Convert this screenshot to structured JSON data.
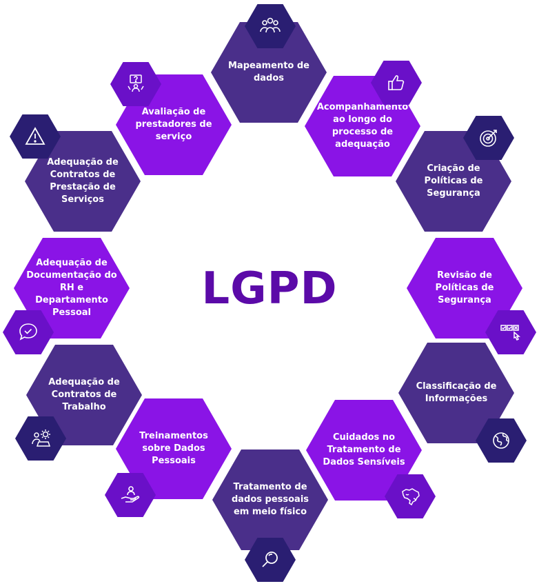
{
  "title": "LGPD",
  "colors": {
    "dark_hex": "#4a2f8a",
    "bright_hex": "#8a14e6",
    "title": "#5b0aa8",
    "icon_dark": "#2a1e72",
    "icon_bright": "#6a10c8"
  },
  "nodes": [
    {
      "label": "Mapeamento de dados",
      "icon": "people-group-icon"
    },
    {
      "label": "Acompanhamento ao longo do processo de adequação",
      "icon": "thumbs-up-icon"
    },
    {
      "label": "Criação de Políticas de Segurança",
      "icon": "target-icon"
    },
    {
      "label": "Revisão de Políticas de Segurança",
      "icon": "checklist-pointer-icon"
    },
    {
      "label": "Classificação de Informações",
      "icon": "globe-icon"
    },
    {
      "label": "Cuidados no Tratamento de Dados Sensíveis",
      "icon": "brazil-map-icon"
    },
    {
      "label": "Tratamento de dados pessoais em meio físico",
      "icon": "magnifier-icon"
    },
    {
      "label": "Treinamentos sobre Dados Pessoais",
      "icon": "hand-person-icon"
    },
    {
      "label": "Adequação de Contratos de Trabalho",
      "icon": "laptop-gear-icon"
    },
    {
      "label": "Adequação de Documentação do RH e Departamento Pessoal",
      "icon": "chat-check-icon"
    },
    {
      "label": "Adequação de Contratos de Prestação de Serviços",
      "icon": "warning-icon"
    },
    {
      "label": "Avaliação de prestadores de serviço",
      "icon": "question-person-icon"
    }
  ]
}
